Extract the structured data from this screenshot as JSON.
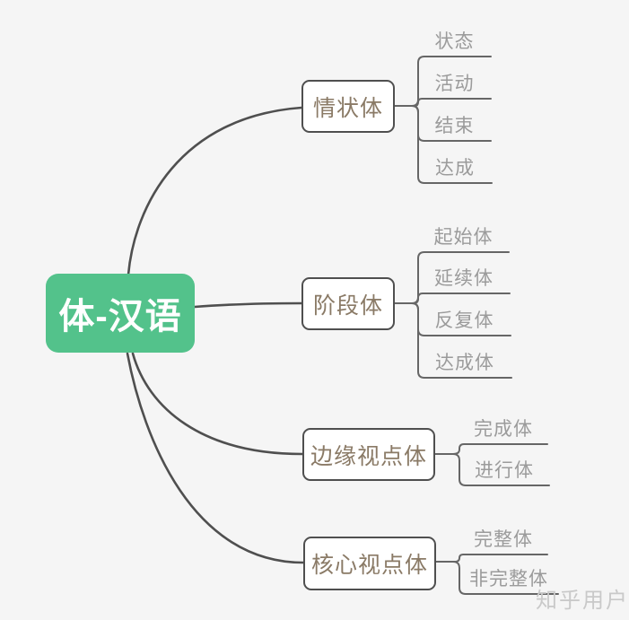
{
  "root": {
    "label": "体-汉语"
  },
  "branches": [
    {
      "label": "情状体",
      "children": [
        "状态",
        "活动",
        "结束",
        "达成"
      ]
    },
    {
      "label": "阶段体",
      "children": [
        "起始体",
        "延续体",
        "反复体",
        "达成体"
      ]
    },
    {
      "label": "边缘视点体",
      "children": [
        "完成体",
        "进行体"
      ]
    },
    {
      "label": "核心视点体",
      "children": [
        "完整体",
        "非完整体"
      ]
    }
  ],
  "watermark": "知乎用户",
  "colors": {
    "background": "#f5f5f5",
    "root_fill": "#53c28b",
    "root_text": "#ffffff",
    "branch_fill": "#ffffff",
    "branch_border": "#4f4f4f",
    "branch_text": "#8a7a66",
    "leaf_text": "#9b9b9b",
    "connector_line": "#4f4f4f",
    "leaf_line": "#666666",
    "watermark_text": "#c9c9c9"
  }
}
